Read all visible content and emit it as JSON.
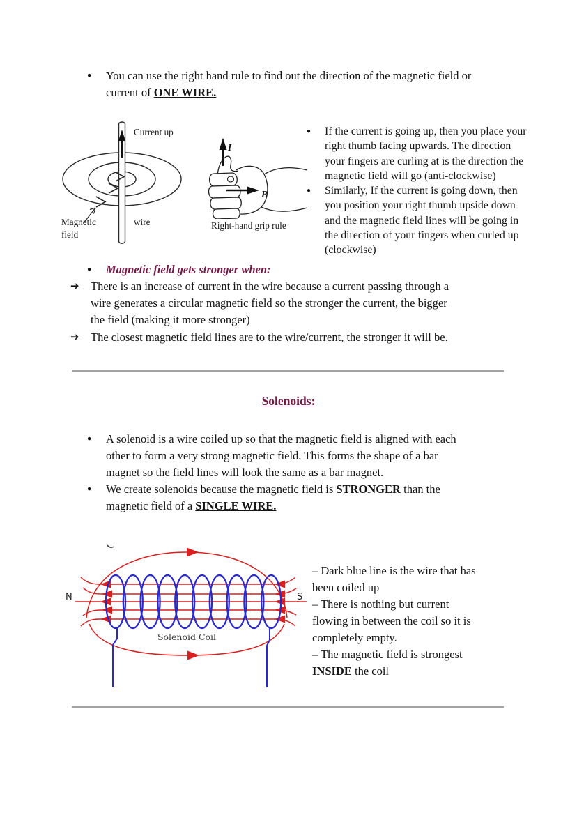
{
  "colors": {
    "page_background": "#ffffff",
    "accent_maroon": "#741b47",
    "diagram_red": "#da1f1f",
    "diagram_blue": "#2929cc",
    "divider_gray": "#a3a3a3",
    "body_text": "#151515"
  },
  "glyphs": {
    "bullet": "●",
    "arrow_bullet": "➔"
  },
  "intro_bullet": {
    "line1": "You can use the right hand rule to find out the direction of the magnetic field or",
    "line2_text": "current of ",
    "line2_emphasis": "ONE WIRE."
  },
  "wire_figure": {
    "current_label": "Current up",
    "field_label_line1": "Magnetic",
    "field_label_line2": "field",
    "wire_label": "wire"
  },
  "hand_figure": {
    "current_symbol": "I",
    "field_symbol": "B",
    "caption": "Right-hand grip rule"
  },
  "rule_bullets": {
    "b1": {
      "l1": "If the current is going up, then you place your",
      "l2": "right thumb facing upwards. The direction",
      "l3": "your fingers are curling at is the direction the",
      "l4": "magnetic field will go (anti-clockwise)"
    },
    "b2": {
      "l1": "Similarly, If the current is going down, then",
      "l2": "you position your right thumb upside down",
      "l3": "and the magnetic field lines will be going in",
      "l4": "the direction of your fingers when curled up",
      "l5": "(clockwise)"
    }
  },
  "stronger": {
    "heading": "Magnetic field gets stronger when:",
    "point1": {
      "l1": "There is an increase of current in the wire because a current passing through a",
      "l2": "wire generates a circular magnetic field so the stronger the current, the bigger",
      "l3": "the field (making it more stronger)"
    },
    "point2": "The closest magnetic field lines are to the wire/current, the stronger it will be."
  },
  "solenoids": {
    "heading": "Solenoids:",
    "b1": {
      "l1": "A solenoid is a wire coiled up so that the magnetic field is aligned with each",
      "l2": "other to form a very strong magnetic field. This forms the shape of a bar",
      "l3": "magnet so the field lines will look the same as a bar magnet."
    },
    "b2": {
      "l1_text": "We create solenoids because the magnetic field is ",
      "l1_emphasis": "STRONGER",
      "l1_end": " than the",
      "l2_text": "magnetic field of a ",
      "l2_emphasis": "SINGLE WIRE."
    }
  },
  "solenoid_figure": {
    "north_label": "N",
    "south_label": "S",
    "caption": "Solenoid Coil"
  },
  "solenoid_notes": {
    "l1": "– Dark blue line is the wire that has",
    "l2": "been coiled up",
    "l3": "– There is nothing but current",
    "l4": "flowing in between the coil so it is",
    "l5": "completely empty.",
    "l6": "– The magnetic field is strongest",
    "l7_emphasis": "INSIDE",
    "l7_end": " the coil"
  }
}
